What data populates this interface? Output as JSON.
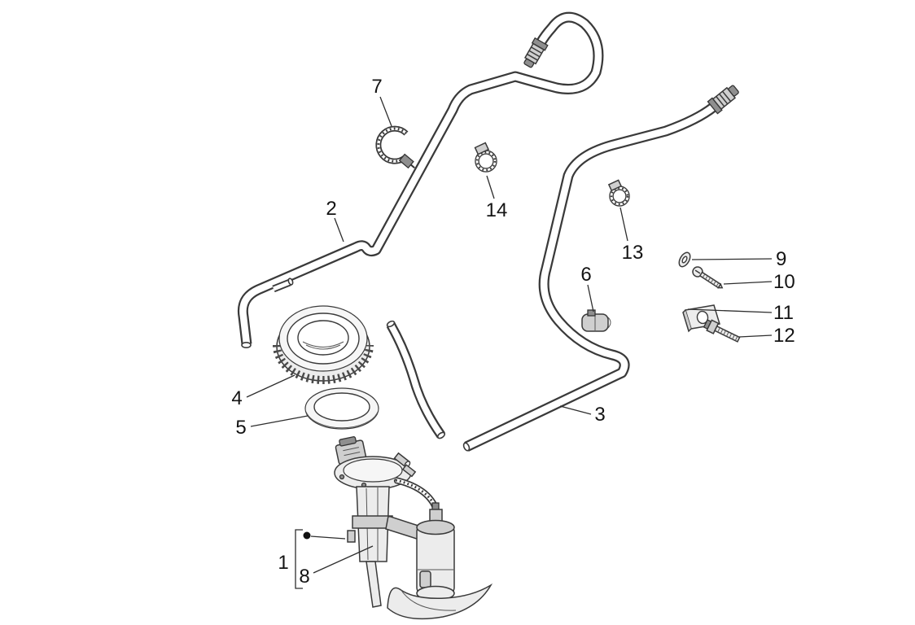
{
  "canvas": {
    "background": "#ffffff",
    "line_color": "#3a3a3a",
    "label_color": "#141414"
  },
  "callouts": {
    "n1": "1",
    "n2": "2",
    "n3": "3",
    "n4": "4",
    "n5": "5",
    "n6": "6",
    "n7": "7",
    "n8": "8",
    "n9": "9",
    "n10": "10",
    "n11": "11",
    "n12": "12",
    "n13": "13",
    "n14": "14"
  }
}
